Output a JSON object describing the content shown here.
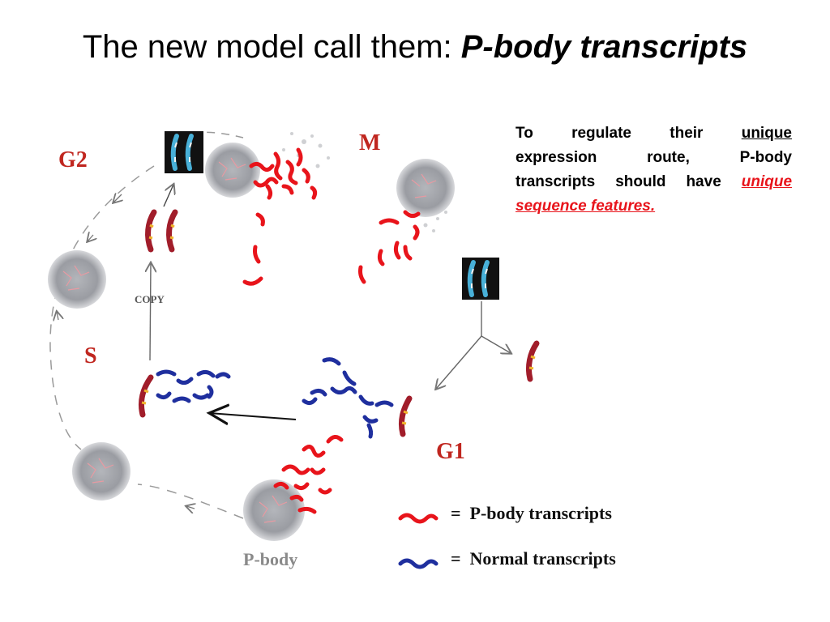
{
  "title": {
    "prefix": "The new model call them: ",
    "emphasis": "P-body transcripts"
  },
  "note": {
    "line1": [
      "To",
      "regulate",
      "their",
      "unique"
    ],
    "line2": [
      "expression",
      "route,",
      "P-body"
    ],
    "line3_prefix": [
      "transcripts",
      "should",
      "have"
    ],
    "line3_red": "unique",
    "line4_red": "sequence features."
  },
  "diagram": {
    "phase_labels": {
      "g2": "G2",
      "m": "M",
      "s": "S",
      "g1": "G1"
    },
    "copy_label": "COPY",
    "pbody_label": "P-body",
    "legend": {
      "pbody": "=  P-body transcripts",
      "normal": "=  Normal transcripts"
    },
    "colors": {
      "pbody_transcript": "#e8141b",
      "normal_transcript": "#1f2f9e",
      "phase_label": "#c0261f",
      "nucleus": "#8f9298",
      "chromosome": "#a11d2a"
    }
  }
}
